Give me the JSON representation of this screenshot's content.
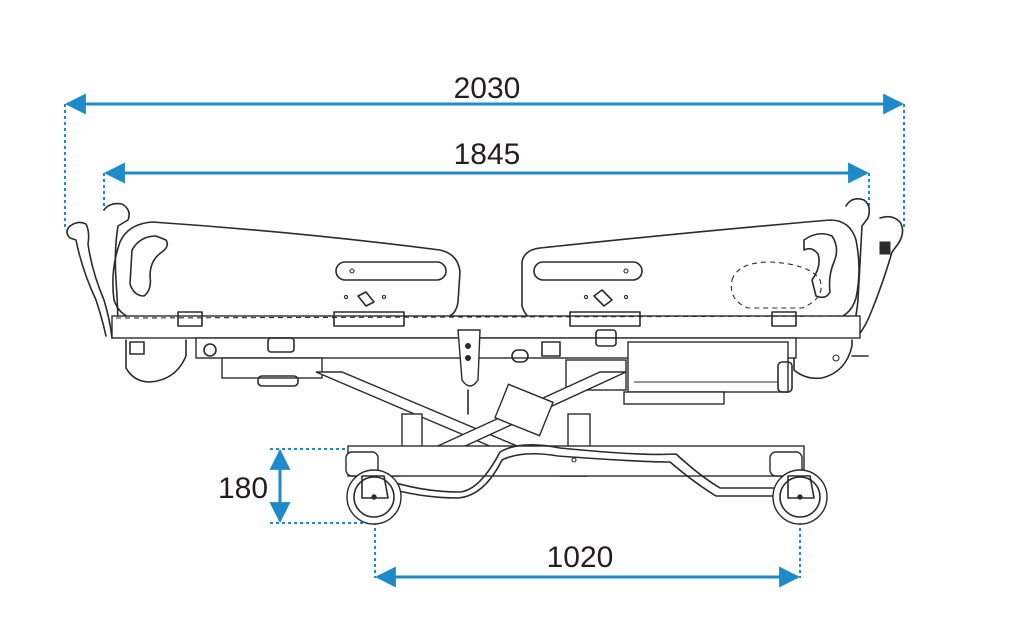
{
  "dimensions": {
    "overall_length": "2030",
    "frame_length": "1845",
    "ground_clearance": "180",
    "wheelbase": "1020"
  },
  "colors": {
    "dimension": "#1e8ac7",
    "outline": "#2b2b2b",
    "label": "#231f20"
  }
}
